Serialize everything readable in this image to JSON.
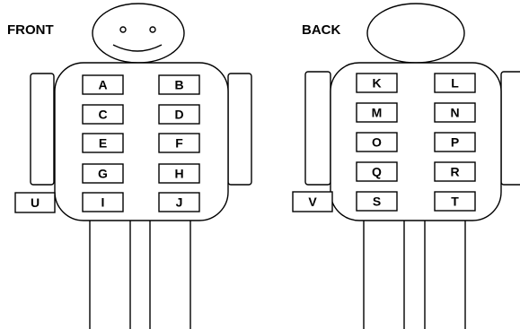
{
  "front": {
    "title": "FRONT",
    "grid": [
      [
        "A",
        "B"
      ],
      [
        "C",
        "D"
      ],
      [
        "E",
        "F"
      ],
      [
        "G",
        "H"
      ],
      [
        "I",
        "J"
      ]
    ],
    "side_label": "U"
  },
  "back": {
    "title": "BACK",
    "grid": [
      [
        "K",
        "L"
      ],
      [
        "M",
        "N"
      ],
      [
        "O",
        "P"
      ],
      [
        "Q",
        "R"
      ],
      [
        "S",
        "T"
      ]
    ],
    "side_label": "V"
  }
}
